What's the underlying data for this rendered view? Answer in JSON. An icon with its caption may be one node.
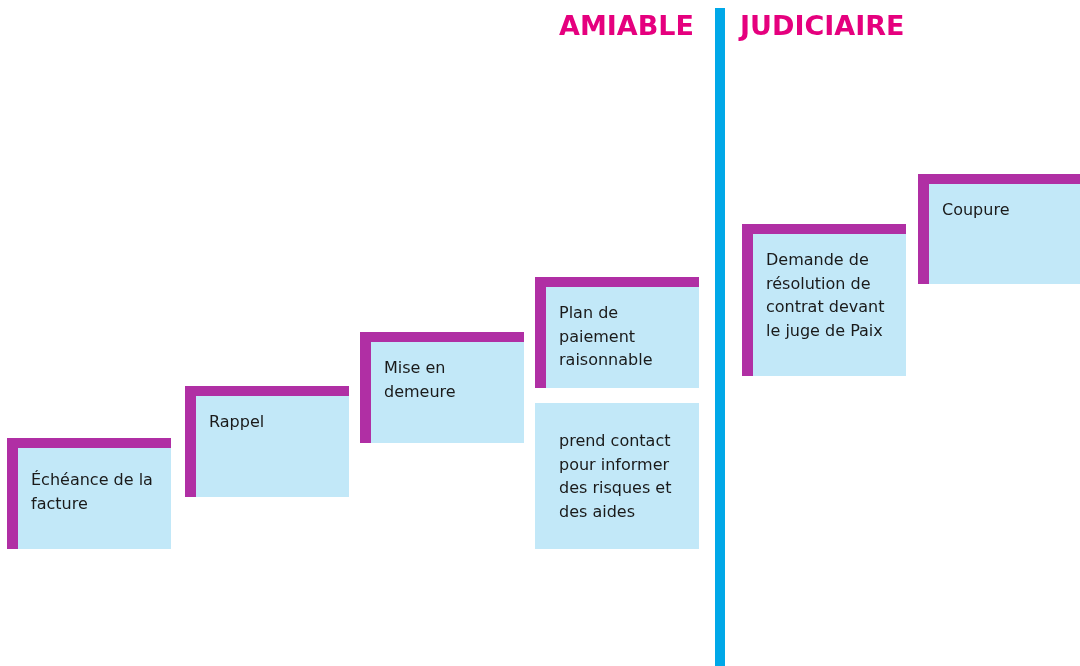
{
  "diagram": {
    "nodes": [
      {
        "text": [
          "Échéance de la facture"
        ]
      },
      {
        "text": [
          "Rappel"
        ]
      },
      {
        "text": [
          "Mise en demeure"
        ]
      },
      {
        "text": [
          "Plan de paiement raisonnable"
        ]
      },
      {
        "text": [
          "prend contact pour informer des risques et des aides"
        ]
      },
      {
        "text": [
          "Demande de résolution de contrat devant le juge de Paix"
        ]
      },
      {
        "text": [
          "Coupure"
        ]
      }
    ],
    "edges": [],
    "labels": [
      "AMIABLE",
      "JUDICIAIRE"
    ]
  }
}
